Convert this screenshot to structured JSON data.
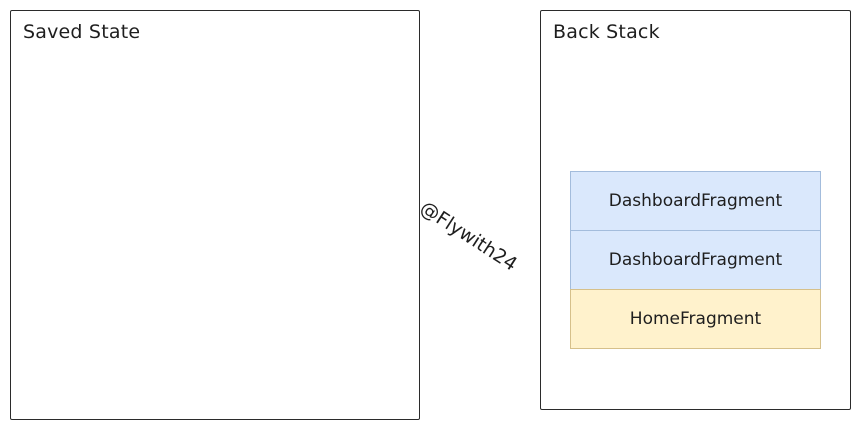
{
  "saved_state": {
    "title": "Saved State"
  },
  "back_stack": {
    "title": "Back Stack",
    "items": [
      {
        "label": "DashboardFragment",
        "kind": "dashboard"
      },
      {
        "label": "DashboardFragment",
        "kind": "dashboard"
      },
      {
        "label": "HomeFragment",
        "kind": "home"
      }
    ]
  },
  "watermark": "@Flywith24",
  "colors": {
    "dashboard_fill": "#dae8fc",
    "home_fill": "#fff2cc",
    "border": "#2b2b2b"
  }
}
